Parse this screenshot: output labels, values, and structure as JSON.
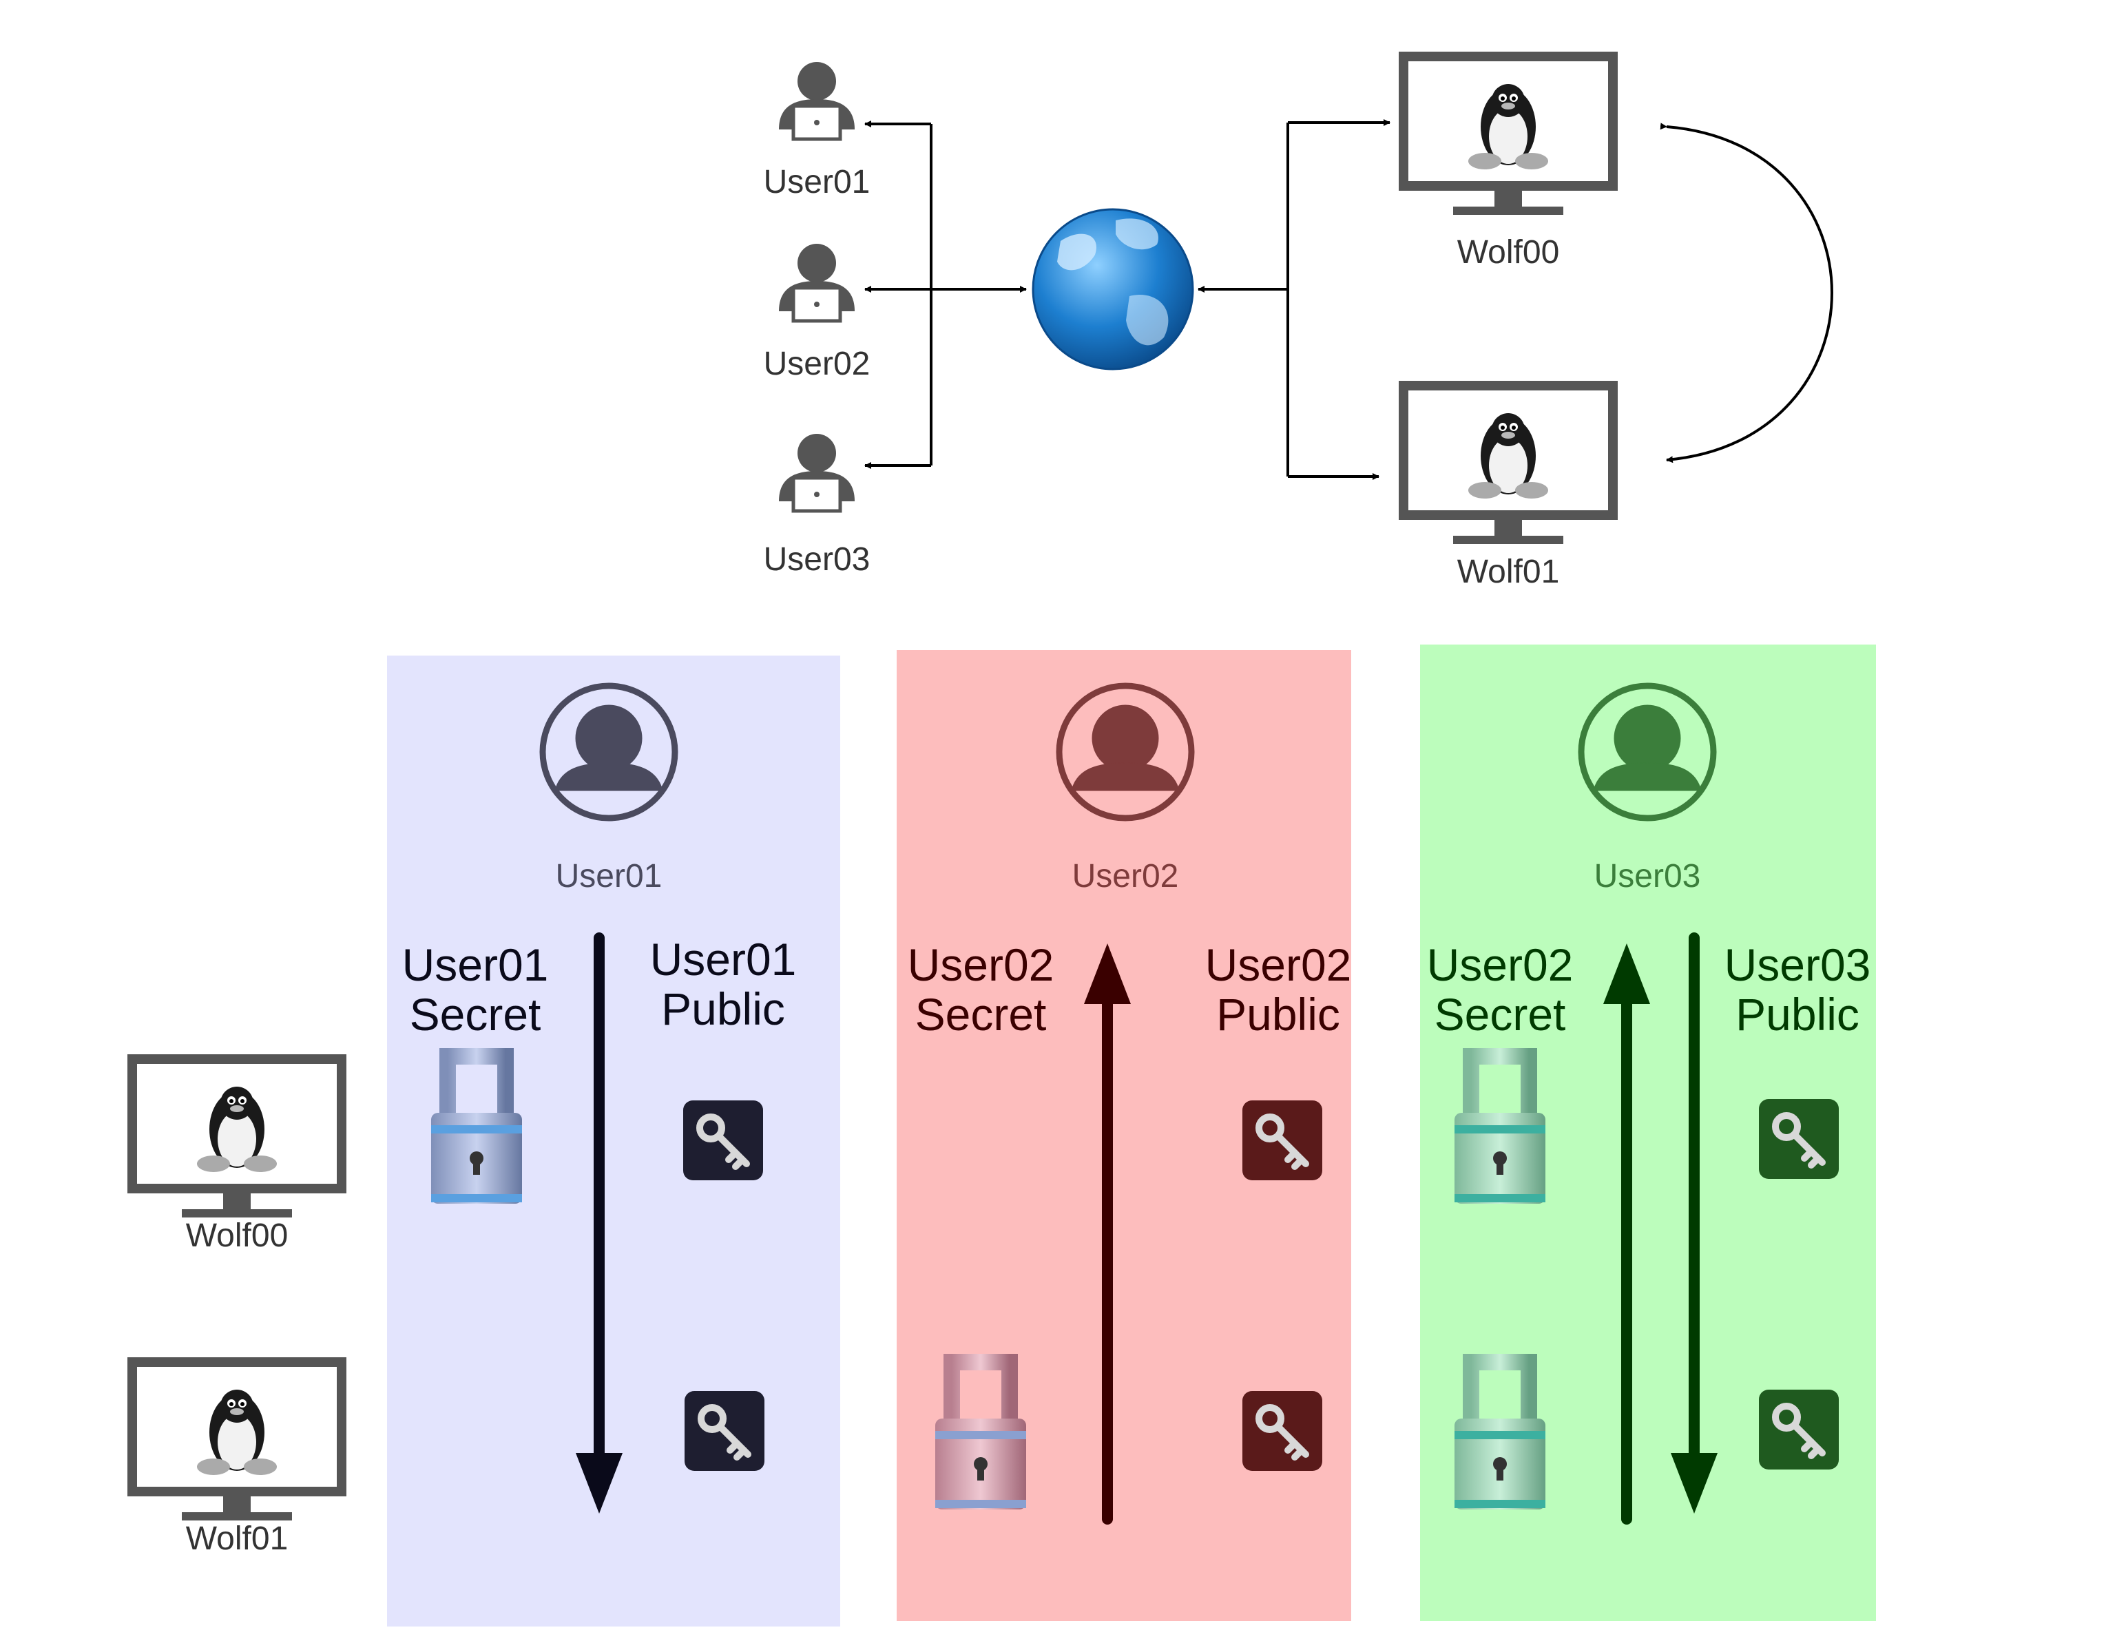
{
  "colors": {
    "line": "#000000",
    "device": "#555555",
    "user1_panel": "#e3e4fd",
    "user1_accent": "#4a4a5e",
    "user1_text": "#0a0a1a",
    "user2_panel": "#fdbdbd",
    "user2_accent": "#7e3b3b",
    "user2_text": "#3a0000",
    "user3_panel": "#bcfdbc",
    "user3_accent": "#3b7e3b",
    "user3_text": "#003a00",
    "globe": "#1d7fd0"
  },
  "network": {
    "users": [
      {
        "label": "User01",
        "icon": "laptop-user-icon"
      },
      {
        "label": "User02",
        "icon": "laptop-user-icon"
      },
      {
        "label": "User03",
        "icon": "laptop-user-icon"
      }
    ],
    "globe_icon": "globe-icon",
    "servers": [
      {
        "label": "Wolf00",
        "icon": "linux-monitor-icon"
      },
      {
        "label": "Wolf01",
        "icon": "linux-monitor-icon"
      }
    ]
  },
  "side_servers": [
    {
      "label": "Wolf00",
      "icon": "linux-monitor-icon"
    },
    {
      "label": "Wolf01",
      "icon": "linux-monitor-icon"
    }
  ],
  "panels": [
    {
      "user": "User01",
      "secret_line1": "User01",
      "secret_line2": "Secret",
      "public_line1": "User01",
      "public_line2": "Public",
      "arrows": [
        "down"
      ],
      "icons": [
        "lock-icon",
        "key-icon",
        "key-icon"
      ]
    },
    {
      "user": "User02",
      "secret_line1": "User02",
      "secret_line2": "Secret",
      "public_line1": "User02",
      "public_line2": "Public",
      "arrows": [
        "up"
      ],
      "icons": [
        "lock-icon",
        "key-icon",
        "key-icon"
      ]
    },
    {
      "user": "User03",
      "secret_line1": "User02",
      "secret_line2": "Secret",
      "public_line1": "User03",
      "public_line2": "Public",
      "arrows": [
        "up",
        "down"
      ],
      "icons": [
        "lock-icon",
        "lock-icon",
        "key-icon",
        "key-icon"
      ]
    }
  ]
}
